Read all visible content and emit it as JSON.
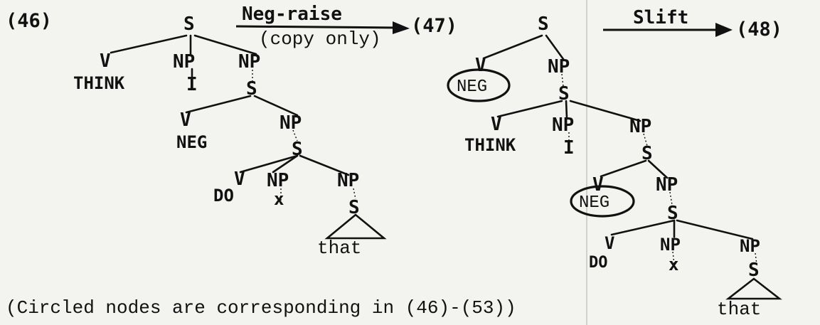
{
  "labels": {
    "ex46": "(46)",
    "ex47": "(47)",
    "ex48": "(48)",
    "neg_raise": "Neg-raise",
    "copy_only": "(copy only)",
    "slift": "Slift",
    "caption": "(Circled nodes are corresponding in (46)-(53))"
  },
  "tree46": {
    "S_root": "S",
    "V1": "V",
    "NP1": "NP",
    "NP2": "NP",
    "THINK": "THINK",
    "I": "I",
    "S2": "S",
    "V2": "V",
    "NP3": "NP",
    "NEG": "NEG",
    "S3": "S",
    "V3": "V",
    "NP4": "NP",
    "NP5": "NP",
    "DO": "DO",
    "x": "x",
    "S4": "S",
    "that": "that"
  },
  "tree47": {
    "S_root": "S",
    "V1": "V",
    "NP1": "NP",
    "NEG1": "NEG",
    "S2": "S",
    "V2": "V",
    "NP2": "NP",
    "NP3": "NP",
    "THINK": "THINK",
    "I": "I",
    "S3": "S",
    "V3": "V",
    "NP4": "NP",
    "NEG2": "NEG",
    "S4": "S",
    "V4": "V",
    "NP5": "NP",
    "NP6": "NP",
    "DO": "DO",
    "x": "x",
    "S5": "S",
    "that": "that"
  }
}
